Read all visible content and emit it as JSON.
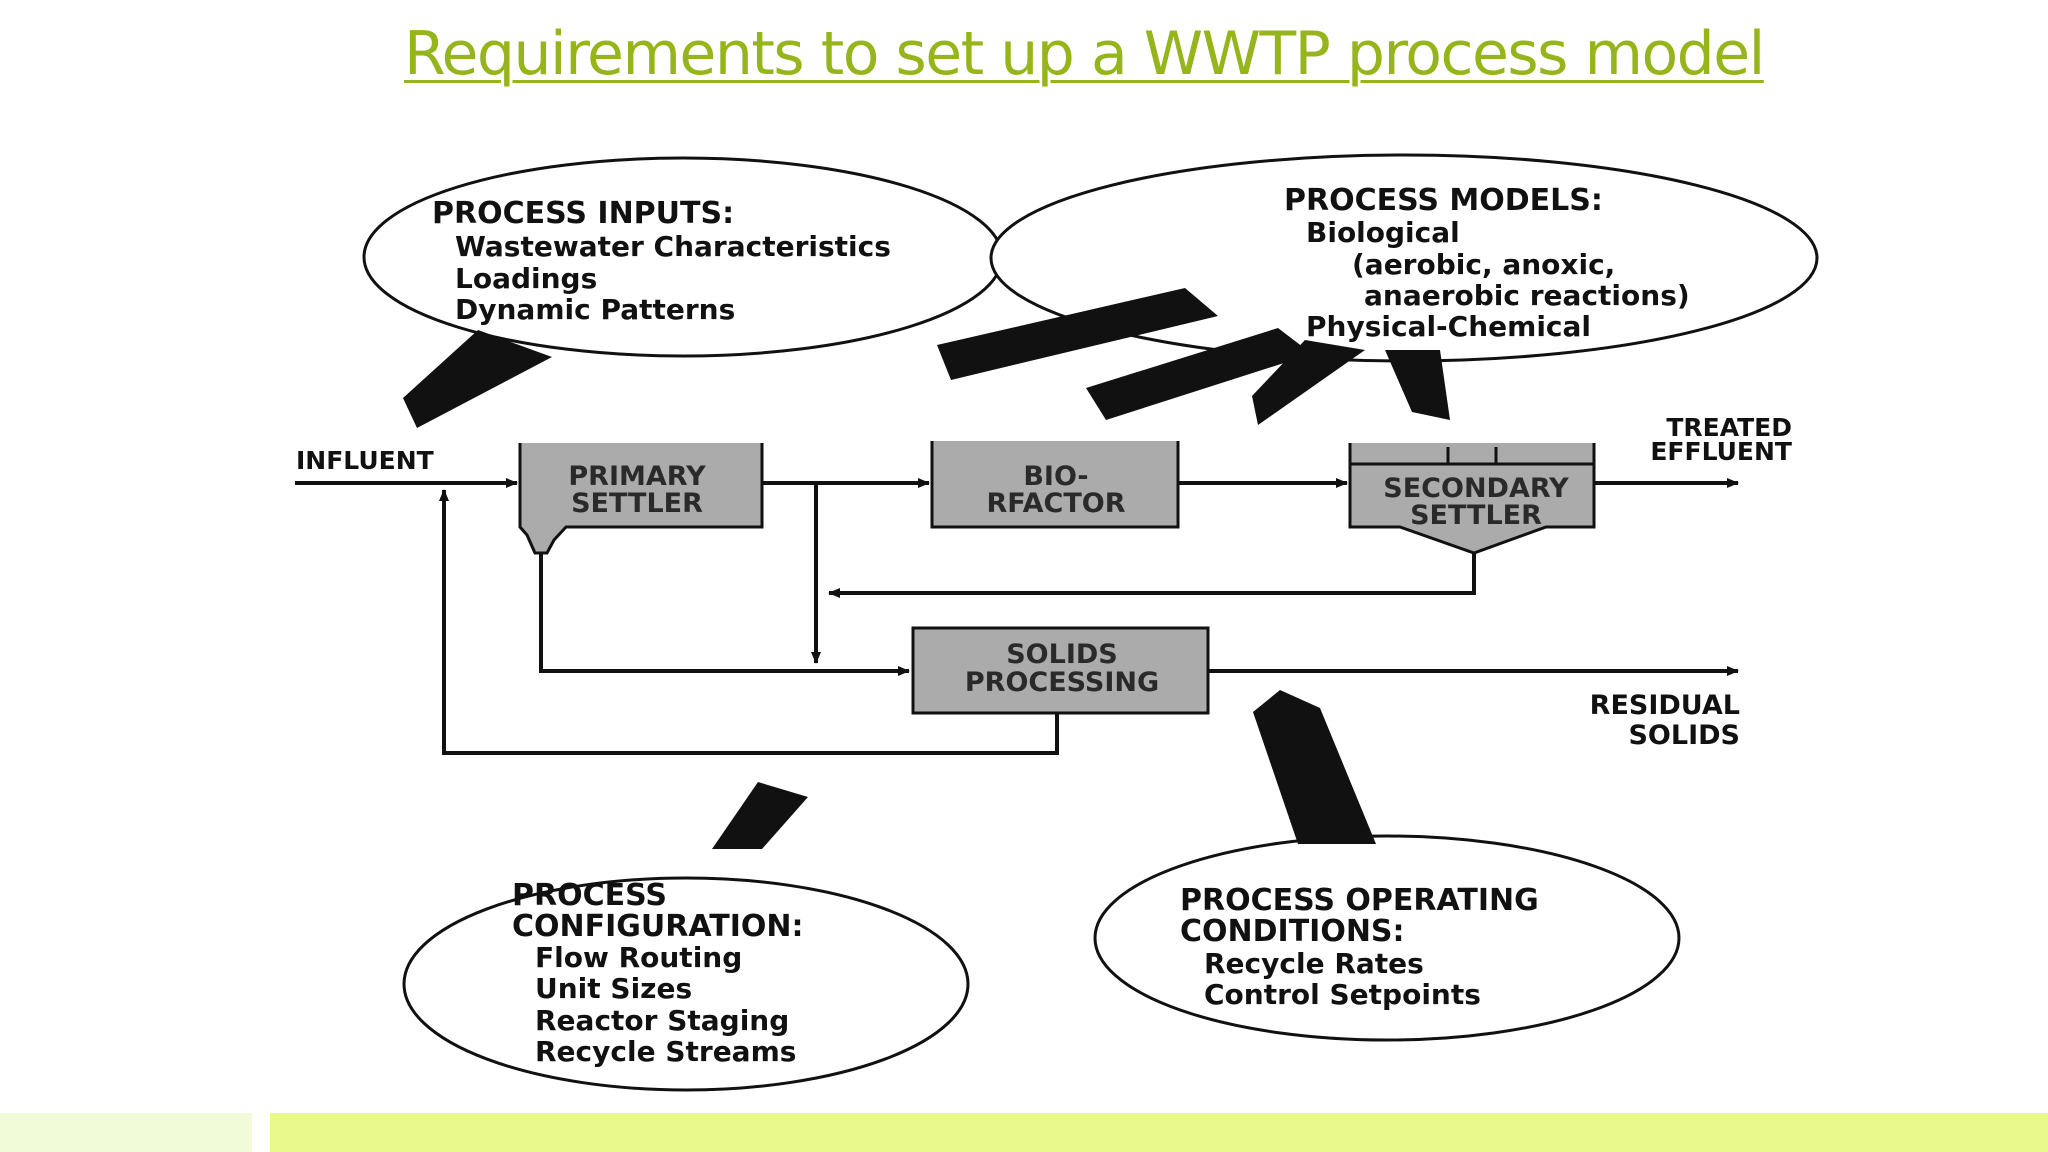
{
  "slide": {
    "title": "Requirements to set up a WWTP process model"
  },
  "diagram": {
    "process_inputs": {
      "heading": "PROCESS INPUTS:",
      "items": [
        "Wastewater Characteristics",
        "Loadings",
        "Dynamic Patterns"
      ]
    },
    "process_models": {
      "heading": "PROCESS MODELS:",
      "line1": "Biological",
      "line2": "(aerobic, anoxic,",
      "line3": "anaerobic reactions)",
      "line4": "Physical-Chemical"
    },
    "process_configuration": {
      "heading_line1": "PROCESS",
      "heading_line2": "CONFIGURATION:",
      "items": [
        "Flow Routing",
        "Unit Sizes",
        "Reactor Staging",
        "Recycle Streams"
      ]
    },
    "process_operating_conditions": {
      "heading_line1": "PROCESS OPERATING",
      "heading_line2": "CONDITIONS:",
      "items": [
        "Recycle Rates",
        "Control Setpoints"
      ]
    },
    "units": {
      "primary_settler": [
        "PRIMARY",
        "SETTLER"
      ],
      "bioreactor": [
        "BIO-",
        "RFACTOR"
      ],
      "secondary_settler": [
        "SECONDARY",
        "SETTLER"
      ],
      "solids_processing": [
        "SOLIDS",
        "PROCESSING"
      ]
    },
    "flows": {
      "influent": "INFLUENT",
      "treated_effluent": [
        "TREATED",
        "EFFLUENT"
      ],
      "residual_solids": [
        "RESIDUAL",
        "SOLIDS"
      ]
    }
  },
  "colors": {
    "title": "#95b51b",
    "unit_fill": "#ababab",
    "footer_left": "#f1fbd7",
    "footer_right": "#e9f88a"
  }
}
